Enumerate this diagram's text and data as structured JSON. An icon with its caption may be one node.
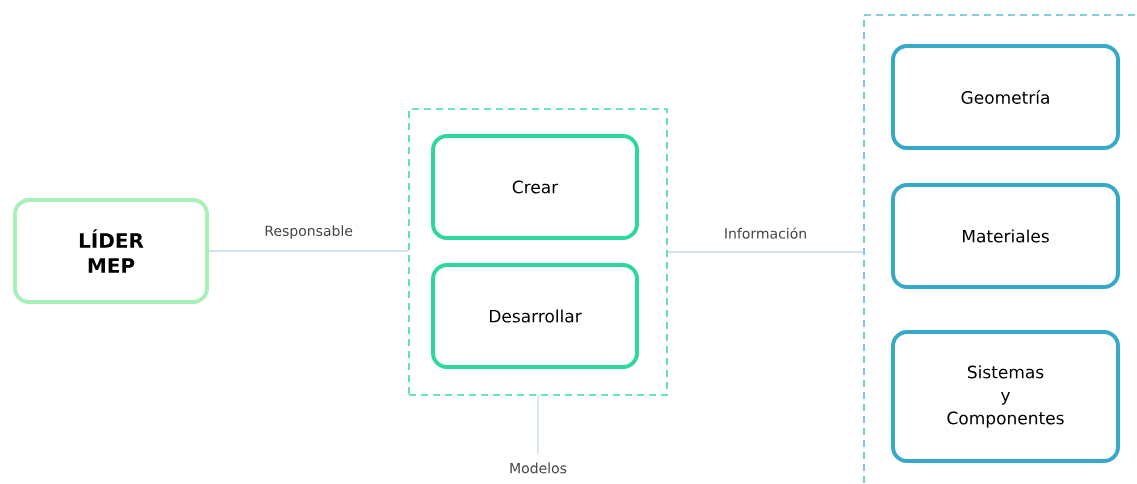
{
  "diagram": {
    "nodes": [
      {
        "text": [
          "LÍDER MEP"
        ]
      },
      {
        "text": [],
        "shape": "box"
      },
      {
        "text": [
          "Crear"
        ],
        "in": 1
      },
      {
        "text": [
          "Desarrollar"
        ],
        "in": 1
      },
      {
        "text": [],
        "shape": "box"
      },
      {
        "text": [
          "Geometría"
        ],
        "in": 4
      },
      {
        "text": [
          "Materiales"
        ],
        "in": 4
      },
      {
        "text": [
          "Sistemas y Componentes"
        ],
        "in": 4
      },
      {
        "text": [
          "Modelos"
        ]
      }
    ],
    "edges": [
      {
        "from": 0,
        "to": 1,
        "arrow": "none",
        "label": "Responsable"
      },
      {
        "from": 1,
        "to": 4,
        "arrow": "none",
        "label": "Información"
      },
      {
        "from": 1,
        "to": 8,
        "arrow": "none"
      }
    ]
  }
}
